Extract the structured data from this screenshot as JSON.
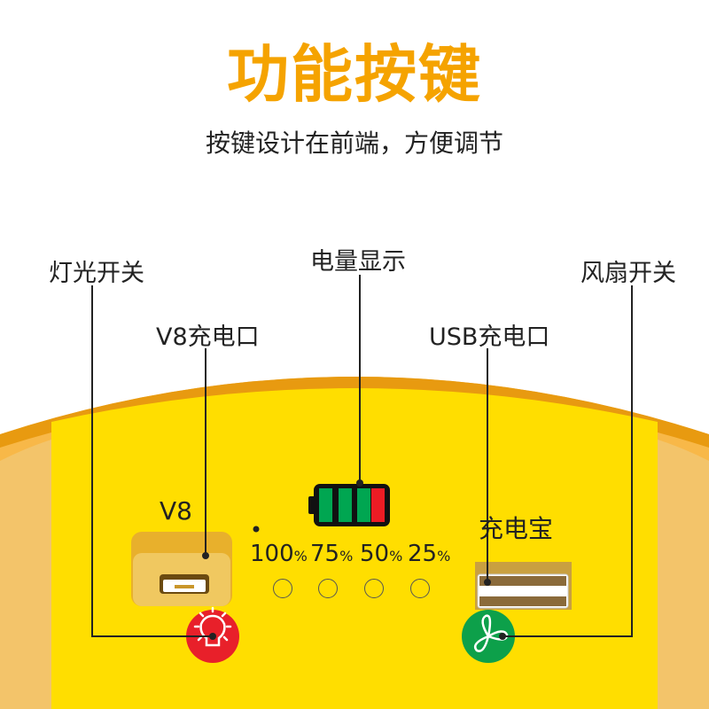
{
  "header": {
    "title": "功能按键",
    "subtitle": "按键设计在前端，方便调节"
  },
  "callouts": {
    "light_switch": "灯光开关",
    "v8_port": "V8充电口",
    "battery_display": "电量显示",
    "usb_port": "USB充电口",
    "fan_switch": "风扇开关"
  },
  "panel": {
    "v8_label": "V8",
    "power_bank_label": "充电宝",
    "battery_levels": [
      {
        "value": "100",
        "unit": "%"
      },
      {
        "value": "75",
        "unit": "%"
      },
      {
        "value": "50",
        "unit": "%"
      },
      {
        "value": "25",
        "unit": "%"
      }
    ],
    "battery_bars": [
      "green",
      "green",
      "green",
      "red"
    ]
  },
  "colors": {
    "title": "#F5A300",
    "panel": "#FFDE00",
    "shell": "#F5A623",
    "light_button": "#E8202A",
    "fan_button": "#0DA04A",
    "bar_green": "#00A651",
    "bar_red": "#ED1C24"
  }
}
